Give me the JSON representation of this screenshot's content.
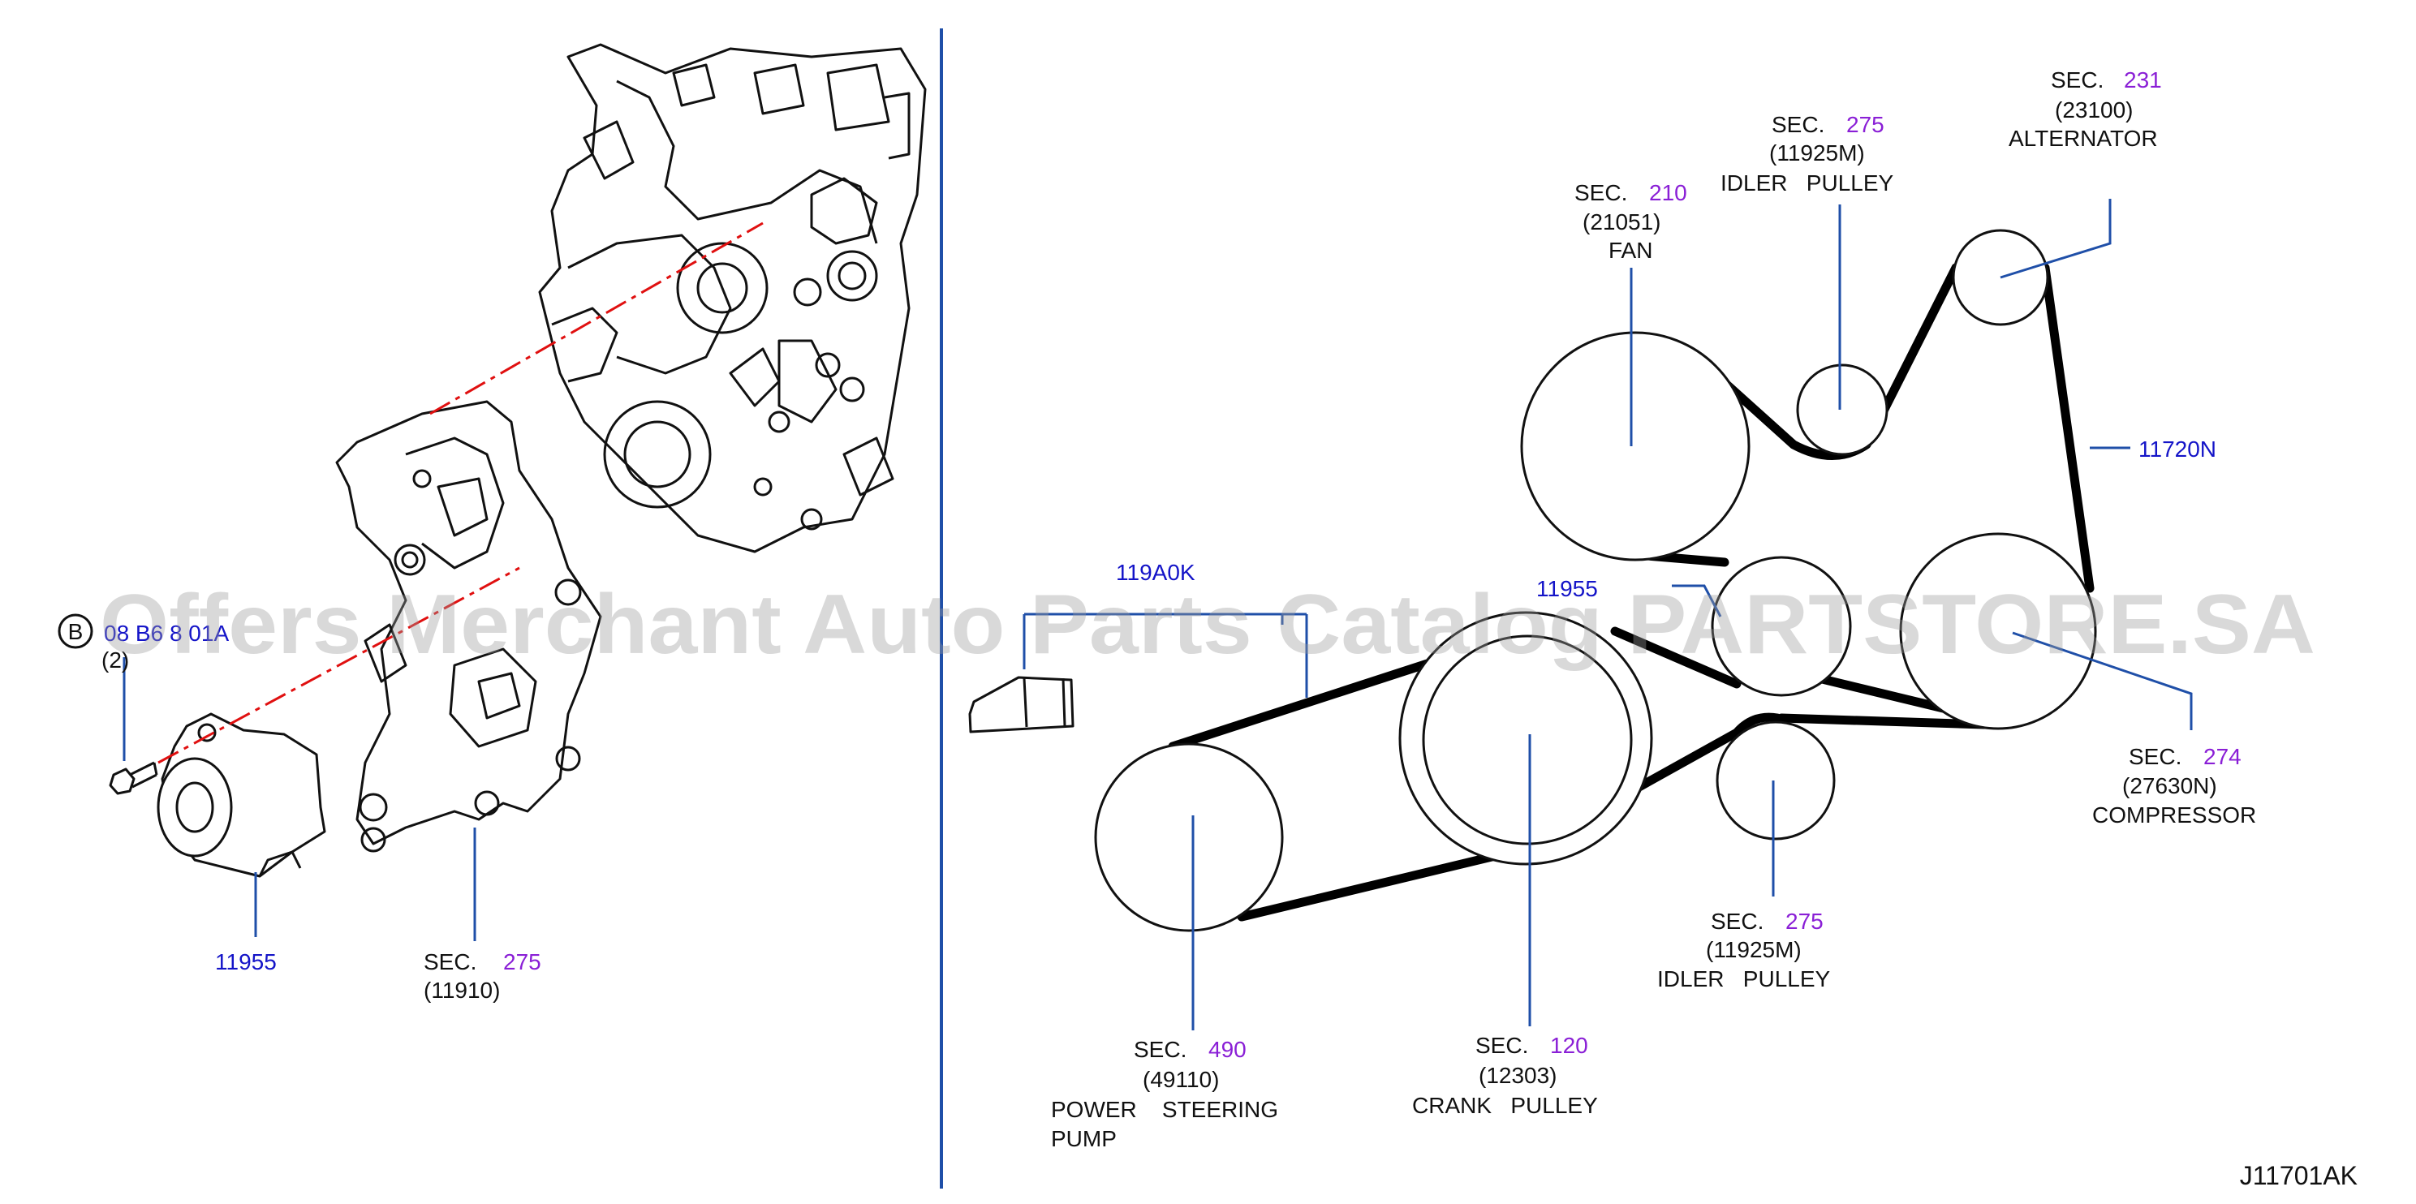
{
  "watermark": "Offers Merchant Auto Parts Catalog PARTSTORE.SA",
  "diagram_code": "J11701AK",
  "colors": {
    "part_number": "#1414c8",
    "section_number": "#8a1fd6",
    "leader": "#1f4fa8",
    "guide_line": "#e01010"
  },
  "left": {
    "bolt": {
      "circle_letter": "B",
      "part": "08 B6 8 01A",
      "qty": "(2)"
    },
    "tensioner": {
      "part": "11955"
    },
    "bracket": {
      "sec": "SEC.",
      "sec_no": "275",
      "code": "(11910)"
    }
  },
  "right": {
    "fan": {
      "sec": "SEC.",
      "sec_no": "210",
      "code": "(21051)",
      "name": "FAN"
    },
    "idler_top": {
      "sec": "SEC.",
      "sec_no": "275",
      "code": "(11925M)",
      "name": "IDLER   PULLEY"
    },
    "alternator": {
      "sec": "SEC.",
      "sec_no": "231",
      "code": "(23100)",
      "name": "ALTERNATOR"
    },
    "belt_main": {
      "part": "11720N"
    },
    "belt_ps": {
      "part": "119A0K"
    },
    "tensioner": {
      "part": "11955"
    },
    "compressor": {
      "sec": "SEC.",
      "sec_no": "274",
      "code": "(27630N)",
      "name": "COMPRESSOR"
    },
    "idler_bottom": {
      "sec": "SEC.",
      "sec_no": "275",
      "code": "(11925M)",
      "name": "IDLER   PULLEY"
    },
    "crank": {
      "sec": "SEC.",
      "sec_no": "120",
      "code": "(12303)",
      "name": "CRANK   PULLEY"
    },
    "power_steering": {
      "sec": "SEC.",
      "sec_no": "490",
      "code": "(49110)",
      "name": "POWER    STEERING",
      "name2": "PUMP"
    }
  }
}
